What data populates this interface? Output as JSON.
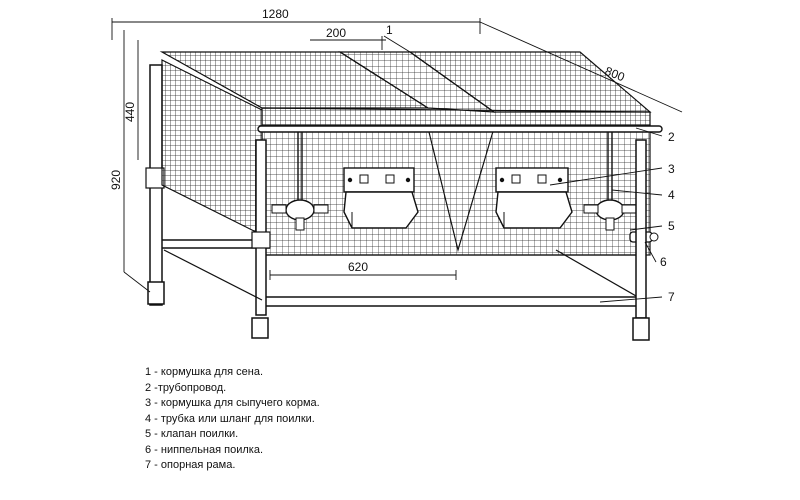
{
  "dimensions": {
    "total_width": "1280",
    "depth": "800",
    "hay_feeder_width": "200",
    "height_upper": "440",
    "total_height": "920",
    "feeder_spacing": "620"
  },
  "callouts": [
    "1",
    "2",
    "3",
    "4",
    "5",
    "6",
    "7"
  ],
  "legend": [
    "1 - кормушка для сена.",
    "2 -трубопровод.",
    "3 - кормушка для сыпучего корма.",
    "4 - трубка или шланг для поилки.",
    "5 - клапан поилки.",
    "6 - ниппельная поилка.",
    "7 - опорная рама."
  ],
  "colors": {
    "ink": "#111111",
    "background": "#ffffff"
  }
}
